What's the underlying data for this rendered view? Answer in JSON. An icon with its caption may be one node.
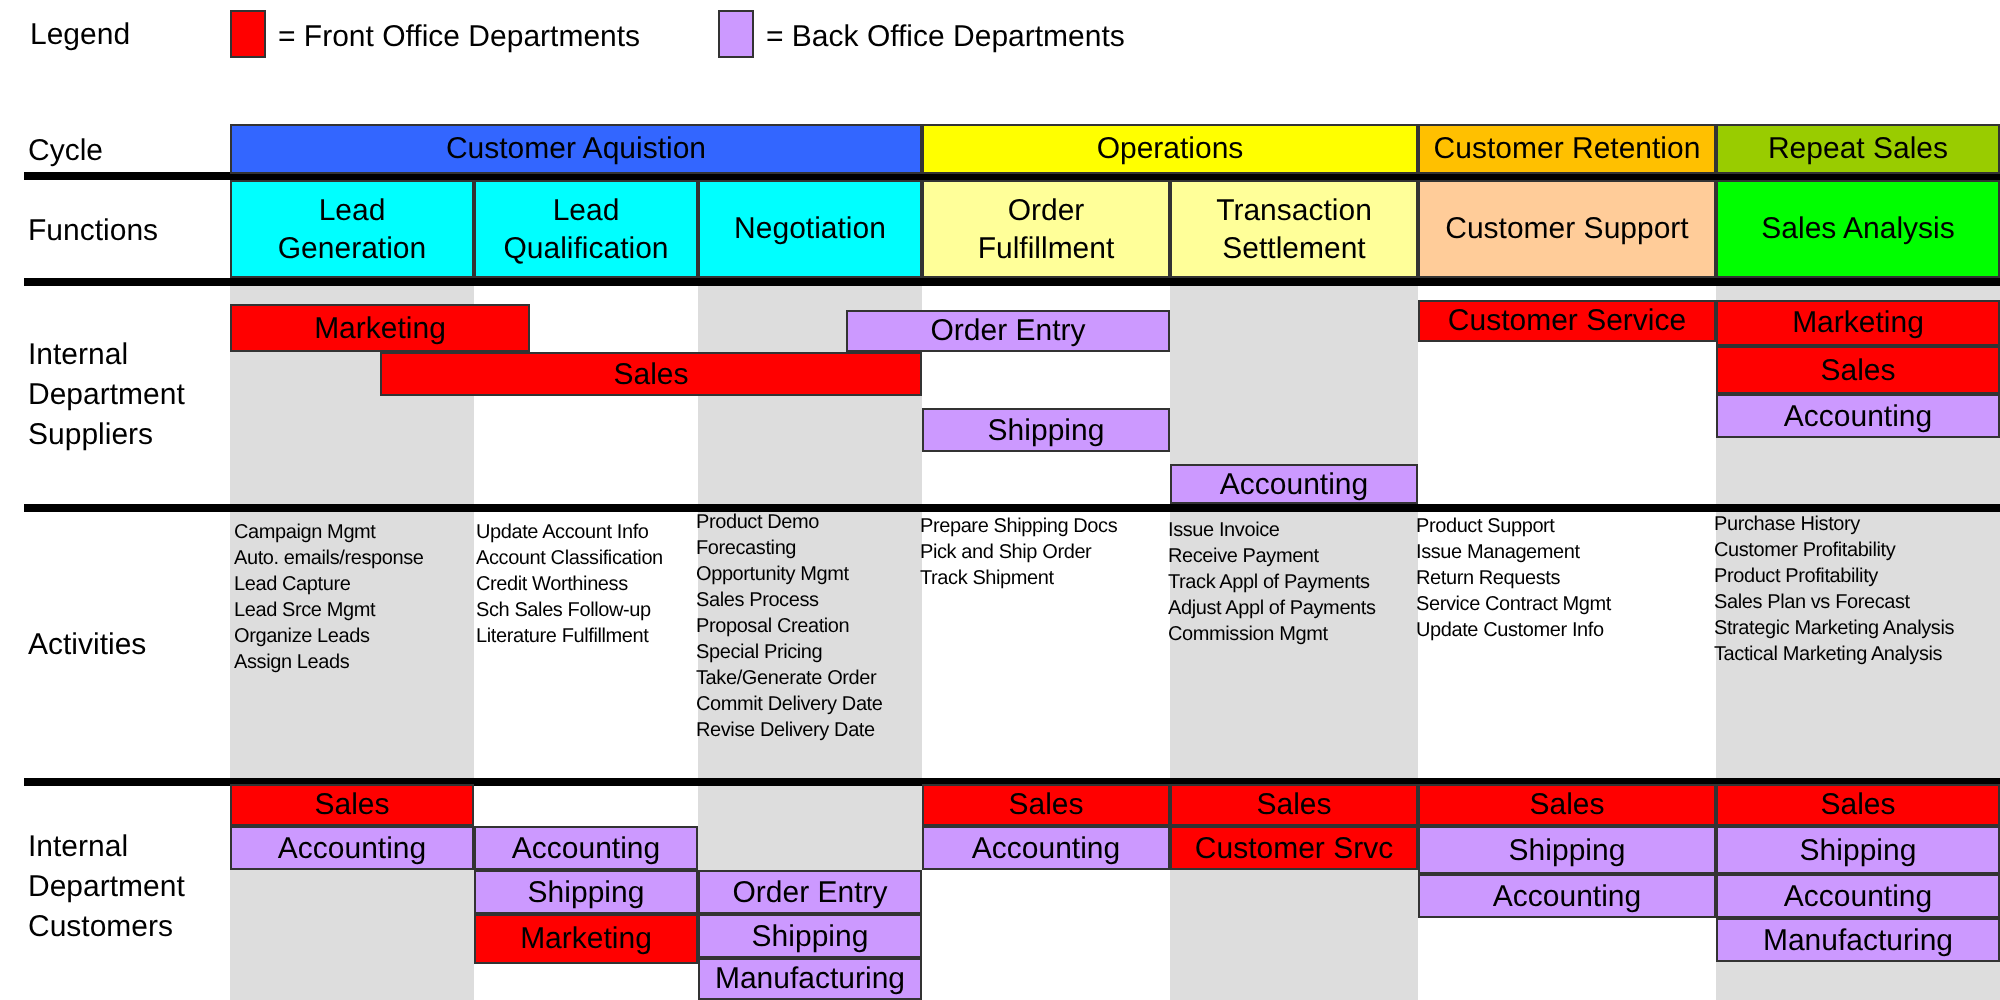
{
  "diagram": {
    "nodes": [
      {
        "text": [
          "Customer Aquistion"
        ]
      },
      {
        "text": [
          "Operations"
        ]
      },
      {
        "text": [
          "Customer Retention"
        ]
      },
      {
        "text": [
          "Repeat Sales"
        ]
      },
      {
        "text": [
          "Lead Generation"
        ]
      },
      {
        "text": [
          "Lead Qualification"
        ]
      },
      {
        "text": [
          "Negotiation"
        ]
      },
      {
        "text": [
          "Order Fulfillment"
        ]
      },
      {
        "text": [
          "Transaction Settlement"
        ]
      },
      {
        "text": [
          "Customer Support"
        ]
      },
      {
        "text": [
          "Sales Analysis"
        ]
      },
      {
        "text": [
          "Marketing"
        ]
      },
      {
        "text": [
          "Order Entry"
        ]
      },
      {
        "text": [
          "Customer Service"
        ]
      },
      {
        "text": [
          "Marketing"
        ]
      },
      {
        "text": [
          "Sales"
        ]
      },
      {
        "text": [
          "Sales"
        ]
      },
      {
        "text": [
          "Accounting"
        ]
      },
      {
        "text": [
          "Shipping"
        ]
      },
      {
        "text": [
          "Accounting"
        ]
      },
      {
        "text": [
          "Sales"
        ]
      },
      {
        "text": [
          "Sales"
        ]
      },
      {
        "text": [
          "Sales"
        ]
      },
      {
        "text": [
          "Sales"
        ]
      },
      {
        "text": [
          "Sales"
        ]
      },
      {
        "text": [
          "Accounting"
        ]
      },
      {
        "text": [
          "Accounting"
        ]
      },
      {
        "text": [
          "Accounting"
        ]
      },
      {
        "text": [
          "Customer Srvc"
        ]
      },
      {
        "text": [
          "Shipping"
        ]
      },
      {
        "text": [
          "Shipping"
        ]
      },
      {
        "text": [
          "Shipping"
        ]
      },
      {
        "text": [
          "Order Entry"
        ]
      },
      {
        "text": [
          "Accounting"
        ]
      },
      {
        "text": [
          "Accounting"
        ]
      },
      {
        "text": [
          "Marketing"
        ]
      },
      {
        "text": [
          "Shipping"
        ]
      },
      {
        "text": [
          "Manufacturing"
        ]
      },
      {
        "text": [
          "Manufacturing"
        ]
      }
    ],
    "labels": [
      "Legend",
      "Cycle",
      "Functions",
      "Internal Department Suppliers",
      "Activities",
      "Campaign Mgmt",
      "Auto. emails/response",
      "Lead Capture",
      "Lead Srce Mgmt",
      "Organize Leads",
      "Assign Leads",
      "Update Account Info",
      "Account Classification",
      "Credit Worthiness",
      "Sch Sales Follow-up",
      "Literature Fulfillment",
      "Product Demo",
      "Forecasting",
      "Opportunity Mgmt",
      "Sales Process",
      "Proposal Creation",
      "Special Pricing",
      "Take/Generate Order",
      "Commit Delivery Date",
      "Revise Delivery Date",
      "Prepare Shipping Docs",
      "Pick and Ship Order",
      "Track Shipment",
      "Issue Invoice",
      "Receive Payment",
      "Track Appl of Payments",
      "Adjust Appl of Payments",
      "Commission Mgmt",
      "Product Support",
      "Issue Management",
      "Return Requests",
      "Service Contract Mgmt",
      "Update Customer Info",
      "Purchase History",
      "Customer Profitability",
      "Product Profitability",
      "Sales Plan vs Forecast",
      "Strategic Marketing Analysis",
      "Tactical Marketing Analysis",
      "Internal Department Customers"
    ],
    "legend": [
      {
        "text": "= Front Office Departments",
        "color": "#ff0000"
      },
      {
        "text": "= Back Office Departments",
        "color": "#cc99ff"
      }
    ]
  }
}
